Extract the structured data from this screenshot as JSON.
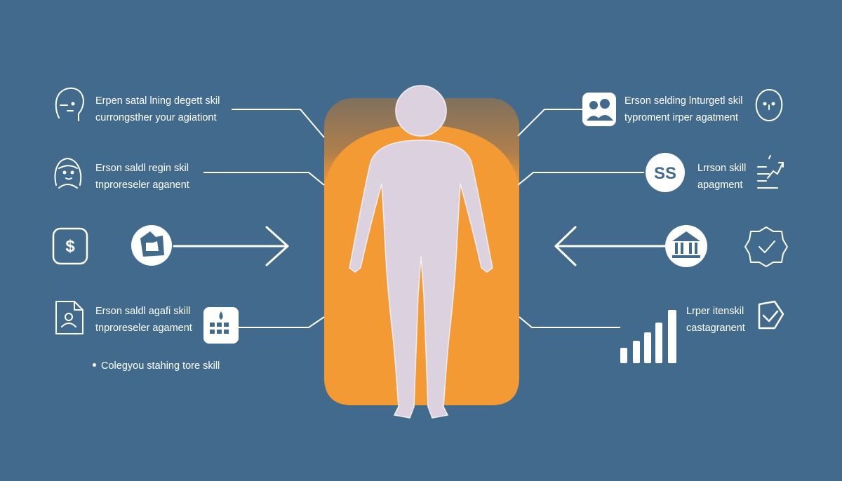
{
  "colors": {
    "background": "#426a8c",
    "panel_orange": "#f39a34",
    "panel_dark": "#9a7450",
    "figure": "#dcd1df",
    "stroke": "#ffffff",
    "icon_fill": "#ffffff",
    "icon_ink": "#426a8c"
  },
  "left": {
    "items": [
      {
        "icon": "head-profile-icon",
        "line1": "Erpen satal lning degett skil",
        "line2": "currongsther your agiationt"
      },
      {
        "icon": "woman-face-icon",
        "line1": "Erson saldl regin skil",
        "line2": "tnproreseler aganent"
      },
      {
        "icon": "dollar-badge-icon"
      },
      {
        "icon": "document-person-icon",
        "line1": "Erson saldl agafi skill",
        "line2": "tnproreseler agament"
      }
    ],
    "arrow_icon": "broken-shape-icon",
    "calendar_icon": "calendar-icon",
    "bullet": "Colegyou stahing tore skill"
  },
  "right": {
    "items": [
      {
        "icon": "group-people-icon",
        "line1": "Erson selding lnturgetl skil",
        "line2": "typroment irper agatment"
      },
      {
        "icon": "ss-badge-icon",
        "badge_text": "SS",
        "line1": "Lrrson skill",
        "line2": "apagment"
      },
      {
        "icon": "bank-building-icon"
      },
      {
        "icon": "bar-chart-icon",
        "line1": "Lrper itenskil",
        "line2": "castagranent"
      }
    ],
    "far_icons": [
      "face-outline-icon",
      "growth-chart-icon",
      "check-seal-icon",
      "check-shield-icon"
    ]
  }
}
